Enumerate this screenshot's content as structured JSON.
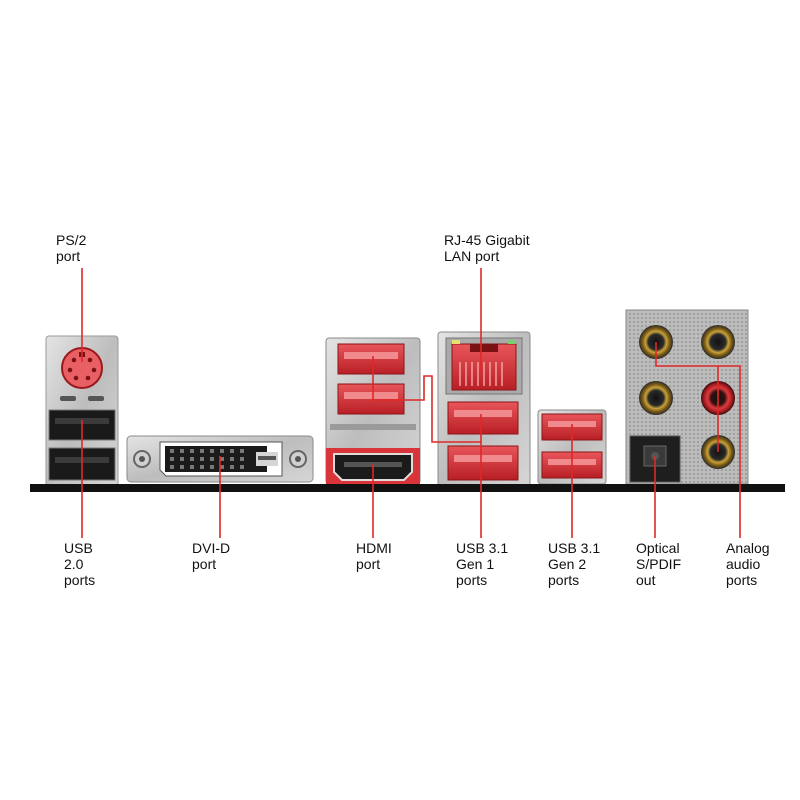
{
  "labels": {
    "ps2": [
      "PS/2",
      "port"
    ],
    "rj45": [
      "RJ-45 Gigabit",
      "LAN port"
    ],
    "usb20": [
      "USB",
      "2.0",
      "ports"
    ],
    "dvid": [
      "DVI-D",
      "port"
    ],
    "hdmi": [
      "HDMI",
      "port"
    ],
    "usb31g1": [
      "USB 3.1",
      "Gen 1",
      "ports"
    ],
    "usb31g2": [
      "USB 3.1",
      "Gen 2",
      "ports"
    ],
    "spdif": [
      "Optical",
      "S/PDIF",
      "out"
    ],
    "analog": [
      "Analog",
      "audio",
      "ports"
    ]
  },
  "colors": {
    "leader": "#e02828",
    "accent_red": "#d9343a",
    "chassis": "#c9c9c9",
    "base_bar": "#111111",
    "text": "#111111"
  },
  "icons": [
    "ps2-connector-icon",
    "usb-port-icon",
    "dvi-connector-icon",
    "hdmi-port-icon",
    "rj45-jack-icon",
    "audio-jack-icon",
    "optical-port-icon"
  ]
}
